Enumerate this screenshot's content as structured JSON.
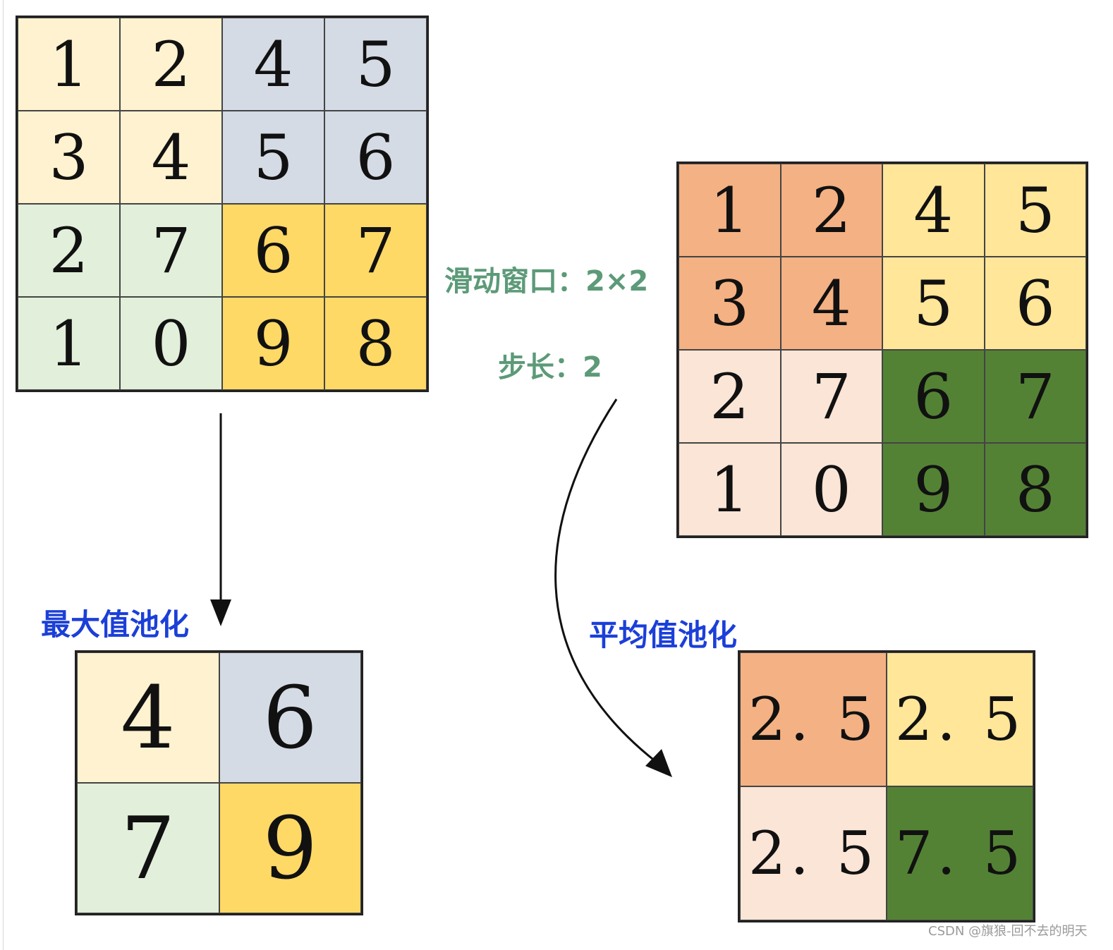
{
  "input_matrix": {
    "values": [
      [
        "1",
        "2",
        "4",
        "5"
      ],
      [
        "3",
        "4",
        "5",
        "6"
      ],
      [
        "2",
        "7",
        "6",
        "7"
      ],
      [
        "1",
        "0",
        "9",
        "8"
      ]
    ],
    "colors": [
      [
        "#fff2d0",
        "#fff2d0",
        "#d5dbe4",
        "#d5dbe4"
      ],
      [
        "#fff2d0",
        "#fff2d0",
        "#d5dbe4",
        "#d5dbe4"
      ],
      [
        "#e2efda",
        "#e2efda",
        "#ffd966",
        "#ffd966"
      ],
      [
        "#e2efda",
        "#e2efda",
        "#ffd966",
        "#ffd966"
      ]
    ]
  },
  "avg_input_matrix": {
    "values": [
      [
        "1",
        "2",
        "4",
        "5"
      ],
      [
        "3",
        "4",
        "5",
        "6"
      ],
      [
        "2",
        "7",
        "6",
        "7"
      ],
      [
        "1",
        "0",
        "9",
        "8"
      ]
    ],
    "colors": [
      [
        "#f4b183",
        "#f4b183",
        "#ffe699",
        "#ffe699"
      ],
      [
        "#f4b183",
        "#f4b183",
        "#ffe699",
        "#ffe699"
      ],
      [
        "#fbe5d6",
        "#fbe5d6",
        "#548235",
        "#548235"
      ],
      [
        "#fbe5d6",
        "#fbe5d6",
        "#548235",
        "#548235"
      ]
    ]
  },
  "max_pool_output": {
    "values": [
      [
        "4",
        "6"
      ],
      [
        "7",
        "9"
      ]
    ],
    "colors": [
      [
        "#fff2d0",
        "#d5dbe4"
      ],
      [
        "#e2efda",
        "#ffd966"
      ]
    ]
  },
  "avg_pool_output": {
    "values": [
      [
        "2. 5",
        "2. 5"
      ],
      [
        "2. 5",
        "7. 5"
      ]
    ],
    "colors": [
      [
        "#f4b183",
        "#ffe699"
      ],
      [
        "#fbe5d6",
        "#548235"
      ]
    ]
  },
  "labels": {
    "window": "滑动窗口：2×2",
    "stride": "步长：2",
    "max_pool": "最大值池化",
    "avg_pool": "平均值池化"
  },
  "watermark": "CSDN @旗狼-回不去的明天",
  "colors": {
    "label_green": "#5c9a78",
    "label_blue": "#1b3fd8"
  }
}
